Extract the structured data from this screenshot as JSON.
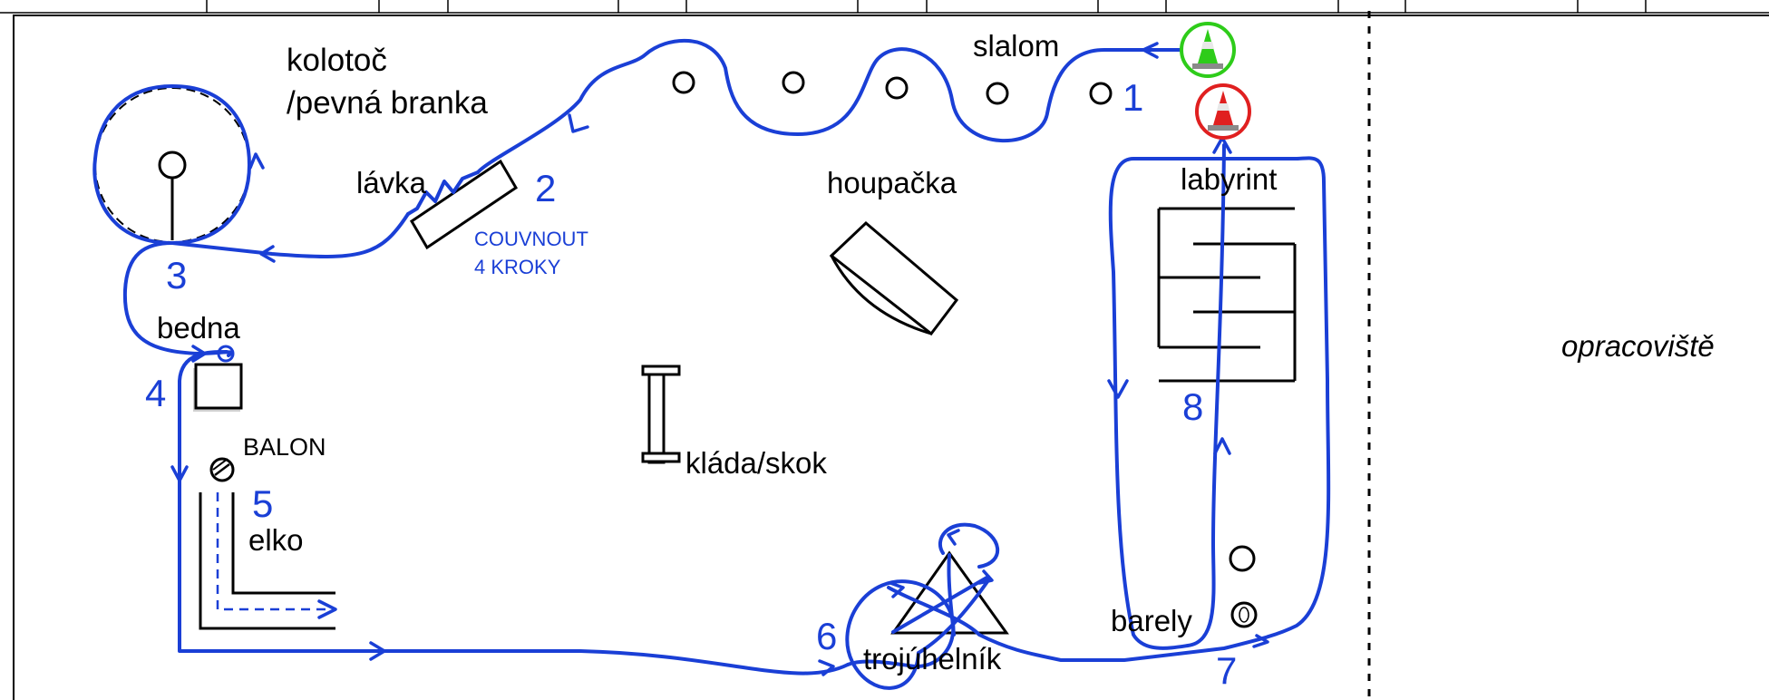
{
  "labels": {
    "kolotoc": "kolotoč",
    "pevna_branka": "/pevná branka",
    "slalom": "slalom",
    "lavka": "lávka",
    "houpacka": "houpačka",
    "labyrint": "labyrint",
    "couvnout": "COUVNOUT",
    "kroky": "4 KROKY",
    "bedna": "bedna",
    "balon": "BALON",
    "elko": "elko",
    "klada": "kláda/skok",
    "trojuhelnik": "trojúhelník",
    "barely": "barely",
    "opracoviste": "opracoviště"
  },
  "steps": {
    "s1": "1",
    "s2": "2",
    "s3": "3",
    "s4": "4",
    "s5": "5",
    "s6": "6",
    "s7": "7",
    "s8": "8"
  },
  "colors": {
    "route": "#1a3fd6",
    "start_cone": "#2ecc1a",
    "finish_cone": "#e02020",
    "outline": "#000000"
  },
  "icons": {
    "start": "traffic-cone-green-icon",
    "finish": "traffic-cone-red-icon"
  }
}
